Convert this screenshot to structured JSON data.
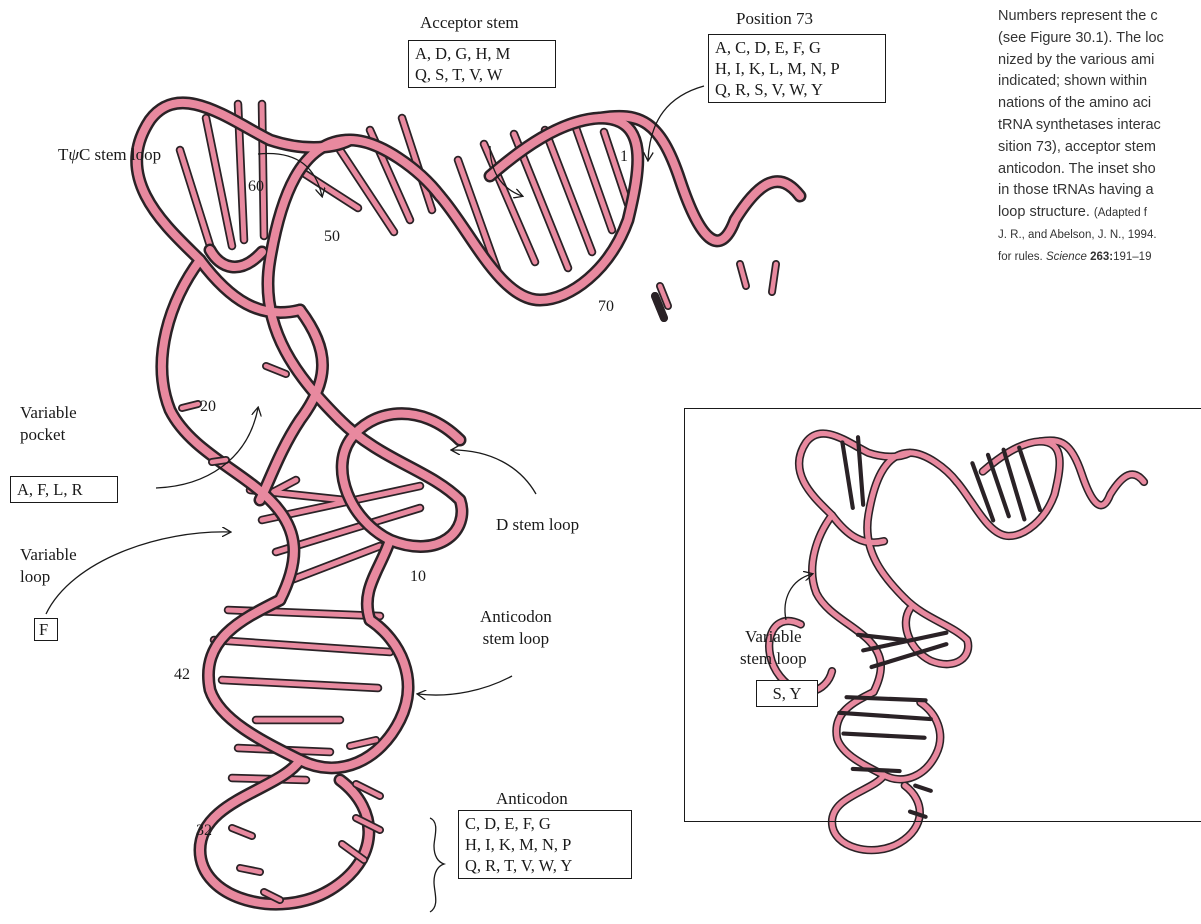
{
  "labels": {
    "acceptor_stem": "Acceptor stem",
    "position_73": "Position 73",
    "tpsic_prefix": "T",
    "tpsic_symbol": "ψ",
    "tpsic_suffix": "C stem loop",
    "variable_pocket_line1": "Variable",
    "variable_pocket_line2": "pocket",
    "variable_loop_line1": "Variable",
    "variable_loop_line2": "loop",
    "d_stem_loop": "D stem loop",
    "anticodon_stem_loop_line1": "Anticodon",
    "anticodon_stem_loop_line2": "stem loop",
    "anticodon": "Anticodon",
    "variable_stem_loop_line1": "Variable",
    "variable_stem_loop_line2": "stem loop"
  },
  "boxes": {
    "acceptor_stem": [
      "A, D, G, H, M",
      "Q, S, T, V, W"
    ],
    "position_73": [
      "A, C, D, E, F, G",
      "H, I, K, L, M, N, P",
      "Q, R, S, V, W, Y"
    ],
    "variable_pocket": [
      "A, F, L, R"
    ],
    "variable_loop": [
      "F"
    ],
    "anticodon": [
      "C, D, E, F, G",
      "H, I, K, M, N, P",
      "Q, R, T, V, W, Y"
    ],
    "variable_stem_loop": [
      "S, Y"
    ]
  },
  "positions": {
    "p1": "1",
    "p60": "60",
    "p50": "50",
    "p70": "70",
    "p20": "20",
    "p10": "10",
    "p42": "42",
    "p32": "32"
  },
  "caption": {
    "lines": [
      "Numbers represent the c",
      "(see Figure 30.1). The loc",
      "nized by the various ami",
      "indicated; shown within",
      "nations of the amino aci",
      "tRNA synthetases interac",
      "sition 73), acceptor stem",
      "anticodon. The inset sho",
      "in those tRNAs having a",
      "loop structure."
    ],
    "adapted": "(Adapted f",
    "ref_line1": "J. R., and Abelson, J. N., 1994.",
    "ref_line2_prefix": "for rules. ",
    "ref_journal": "Science",
    "ref_volume": "263:",
    "ref_pages": "191–19"
  },
  "colors": {
    "rna_fill": "#e8899f",
    "rna_outline": "#2a2226",
    "text": "#1a1a1a"
  }
}
